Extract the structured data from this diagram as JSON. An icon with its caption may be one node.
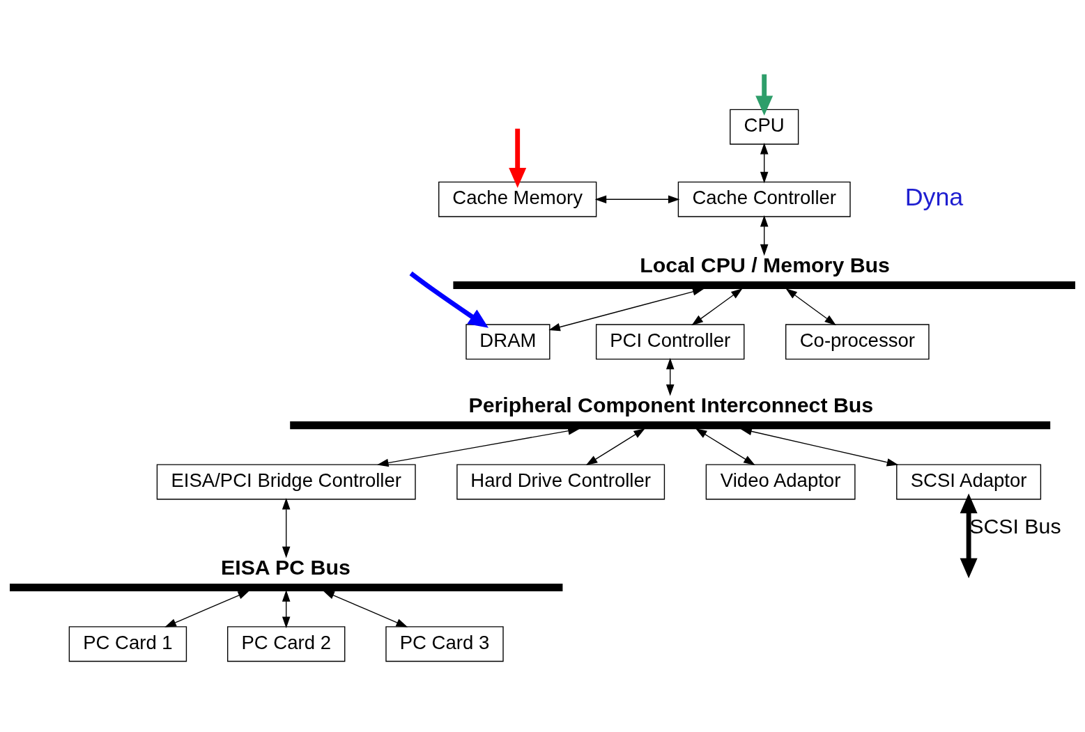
{
  "diagram": {
    "nodes": [
      {
        "text": [
          "CPU"
        ]
      },
      {
        "text": [
          "Cache Controller"
        ]
      },
      {
        "text": [
          "Cache Memory"
        ]
      },
      {
        "text": [
          "Local CPU / Memory Bus"
        ]
      },
      {
        "text": [
          "PCI Controller"
        ]
      },
      {
        "text": [
          "DRAM"
        ]
      },
      {
        "text": [
          "Co-processor"
        ]
      },
      {
        "text": [
          "Peripheral Component Interconnect Bus"
        ]
      },
      {
        "text": [
          "EISA/PCI Bridge Controller"
        ]
      },
      {
        "text": [
          "Hard Drive Controller"
        ]
      },
      {
        "text": [
          "Video Adaptor"
        ]
      },
      {
        "text": [
          "SCSI Adaptor"
        ]
      },
      {
        "text": [
          "EISA PC Bus"
        ]
      },
      {
        "text": [
          "PC Card 1"
        ]
      },
      {
        "text": [
          "PC Card 2"
        ]
      },
      {
        "text": [
          "PC Card 3"
        ]
      }
    ],
    "edges": [
      {
        "from": null,
        "to": 0,
        "arrow": "to",
        "style": "thick",
        "color": "#2e9e6a"
      },
      {
        "from": null,
        "to": 2,
        "arrow": "to",
        "style": "thick",
        "color": "#ff0000"
      },
      {
        "from": null,
        "to": 5,
        "arrow": "to",
        "style": "thick",
        "color": "#0000ff"
      },
      {
        "from": 0,
        "to": 1,
        "arrow": "both"
      },
      {
        "from": 1,
        "to": 2,
        "arrow": "both"
      },
      {
        "from": 1,
        "to": 3,
        "arrow": "both"
      },
      {
        "from": 3,
        "to": 4,
        "arrow": "both"
      },
      {
        "from": 3,
        "to": 5,
        "arrow": "both"
      },
      {
        "from": 3,
        "to": 6,
        "arrow": "both"
      },
      {
        "from": 4,
        "to": 7,
        "arrow": "both"
      },
      {
        "from": 7,
        "to": 8,
        "arrow": "both"
      },
      {
        "from": 7,
        "to": 9,
        "arrow": "both"
      },
      {
        "from": 7,
        "to": 10,
        "arrow": "both"
      },
      {
        "from": 7,
        "to": 11,
        "arrow": "both"
      },
      {
        "from": 8,
        "to": 12,
        "arrow": "both"
      },
      {
        "from": 12,
        "to": 13,
        "arrow": "both"
      },
      {
        "from": 12,
        "to": 14,
        "arrow": "both"
      },
      {
        "from": 12,
        "to": 15,
        "arrow": "both"
      },
      {
        "from": 11,
        "to": null,
        "arrow": "both",
        "style": "thick",
        "label": "SCSI Bus"
      }
    ],
    "labels": [
      "Dyna"
    ]
  }
}
